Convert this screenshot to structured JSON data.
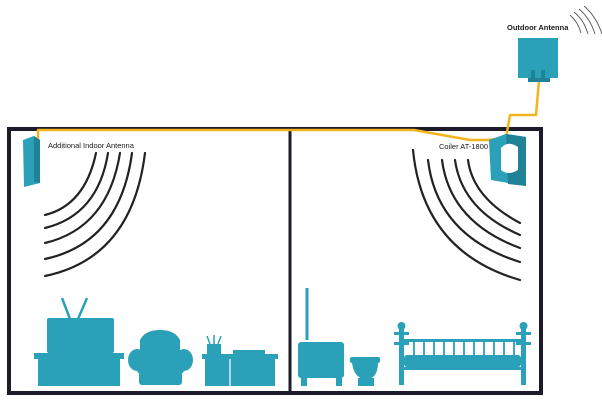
{
  "labels": {
    "outdoor_antenna": "Outdoor Antenna",
    "indoor_antenna": "Additional Indoor Antenna",
    "repeater": "Coiler AT-1800"
  },
  "colors": {
    "appliance": "#2aa1b8",
    "appliance_dark": "#1f8296",
    "cable": "#f2b41c",
    "wall": "#1b1b2a",
    "signal": "#222222"
  },
  "icons": [
    "outdoor-antenna-icon",
    "indoor-antenna-icon",
    "repeater-icon",
    "tv-icon",
    "armchair-icon",
    "side-table-icon",
    "cabinet-icon",
    "toilet-icon",
    "bed-icon"
  ]
}
